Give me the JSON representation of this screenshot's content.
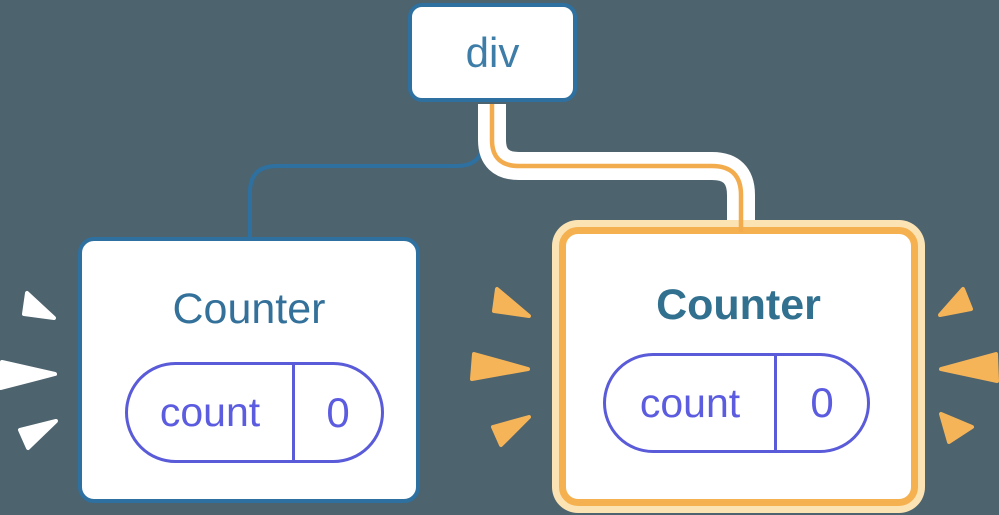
{
  "background_color": "#4D636E",
  "palette": {
    "node_border_blue": "#2E70A0",
    "label_blue": "#34719A",
    "div_label_blue": "#3D7DA8",
    "state_purple": "#5A5BD8",
    "state_text_purple": "#5C5CE0",
    "edge_orange": "#F3AC4D",
    "highlight_border_orange": "#F5B04F",
    "highlight_halo_cream": "#FBE3B3",
    "burst_white": "#FFFFFF",
    "burst_orange": "#F6B458"
  },
  "tree": {
    "root": {
      "label": "div"
    },
    "children": [
      {
        "label": "Counter",
        "state": {
          "name": "count",
          "value": "0"
        },
        "emphasis": "white-burst",
        "highlighted": false
      },
      {
        "label": "Counter",
        "state": {
          "name": "count",
          "value": "0"
        },
        "emphasis": "orange-burst",
        "highlighted": true
      }
    ]
  }
}
